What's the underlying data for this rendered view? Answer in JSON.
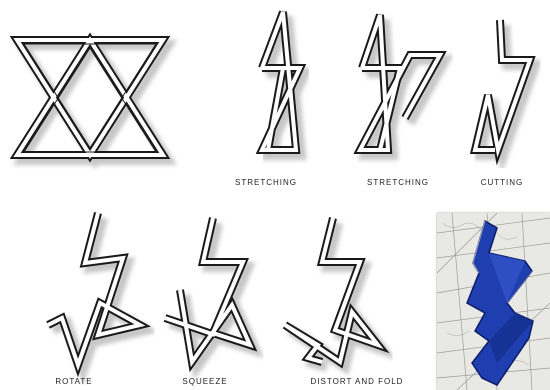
{
  "labels": {
    "stretching_1": "STRETCHING",
    "stretching_2": "STRETCHING",
    "cutting": "CUTTING",
    "rotate": "ROTATE",
    "squeeze": "SQUEEZE",
    "distort_and_fold": "DISTORT AND FOLD"
  },
  "colors": {
    "stroke": "#1a1a1a",
    "inner": "#ffffff",
    "shadow": "#9a9a9a",
    "photo_blue": "#1f3fb0",
    "photo_bg": "#e8e8e4"
  }
}
